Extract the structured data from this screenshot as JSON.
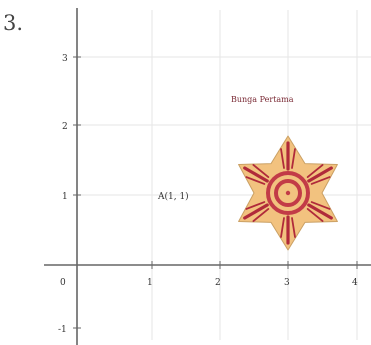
{
  "problem_number": "3.",
  "x_tick_labels": [
    "0",
    "1",
    "2",
    "3",
    "4"
  ],
  "y_tick_labels": [
    "-1",
    "1",
    "2",
    "3"
  ],
  "point_label": "A(1, 1)",
  "figure_label": "Bunga Pertama",
  "colors": {
    "petal_fill": "#f2c27f",
    "petal_stroke": "#caa064",
    "ray": "#b02a3a",
    "ring": "#c23b47",
    "axis": "#666666"
  },
  "figure_center": {
    "x": 3,
    "y": 1
  }
}
